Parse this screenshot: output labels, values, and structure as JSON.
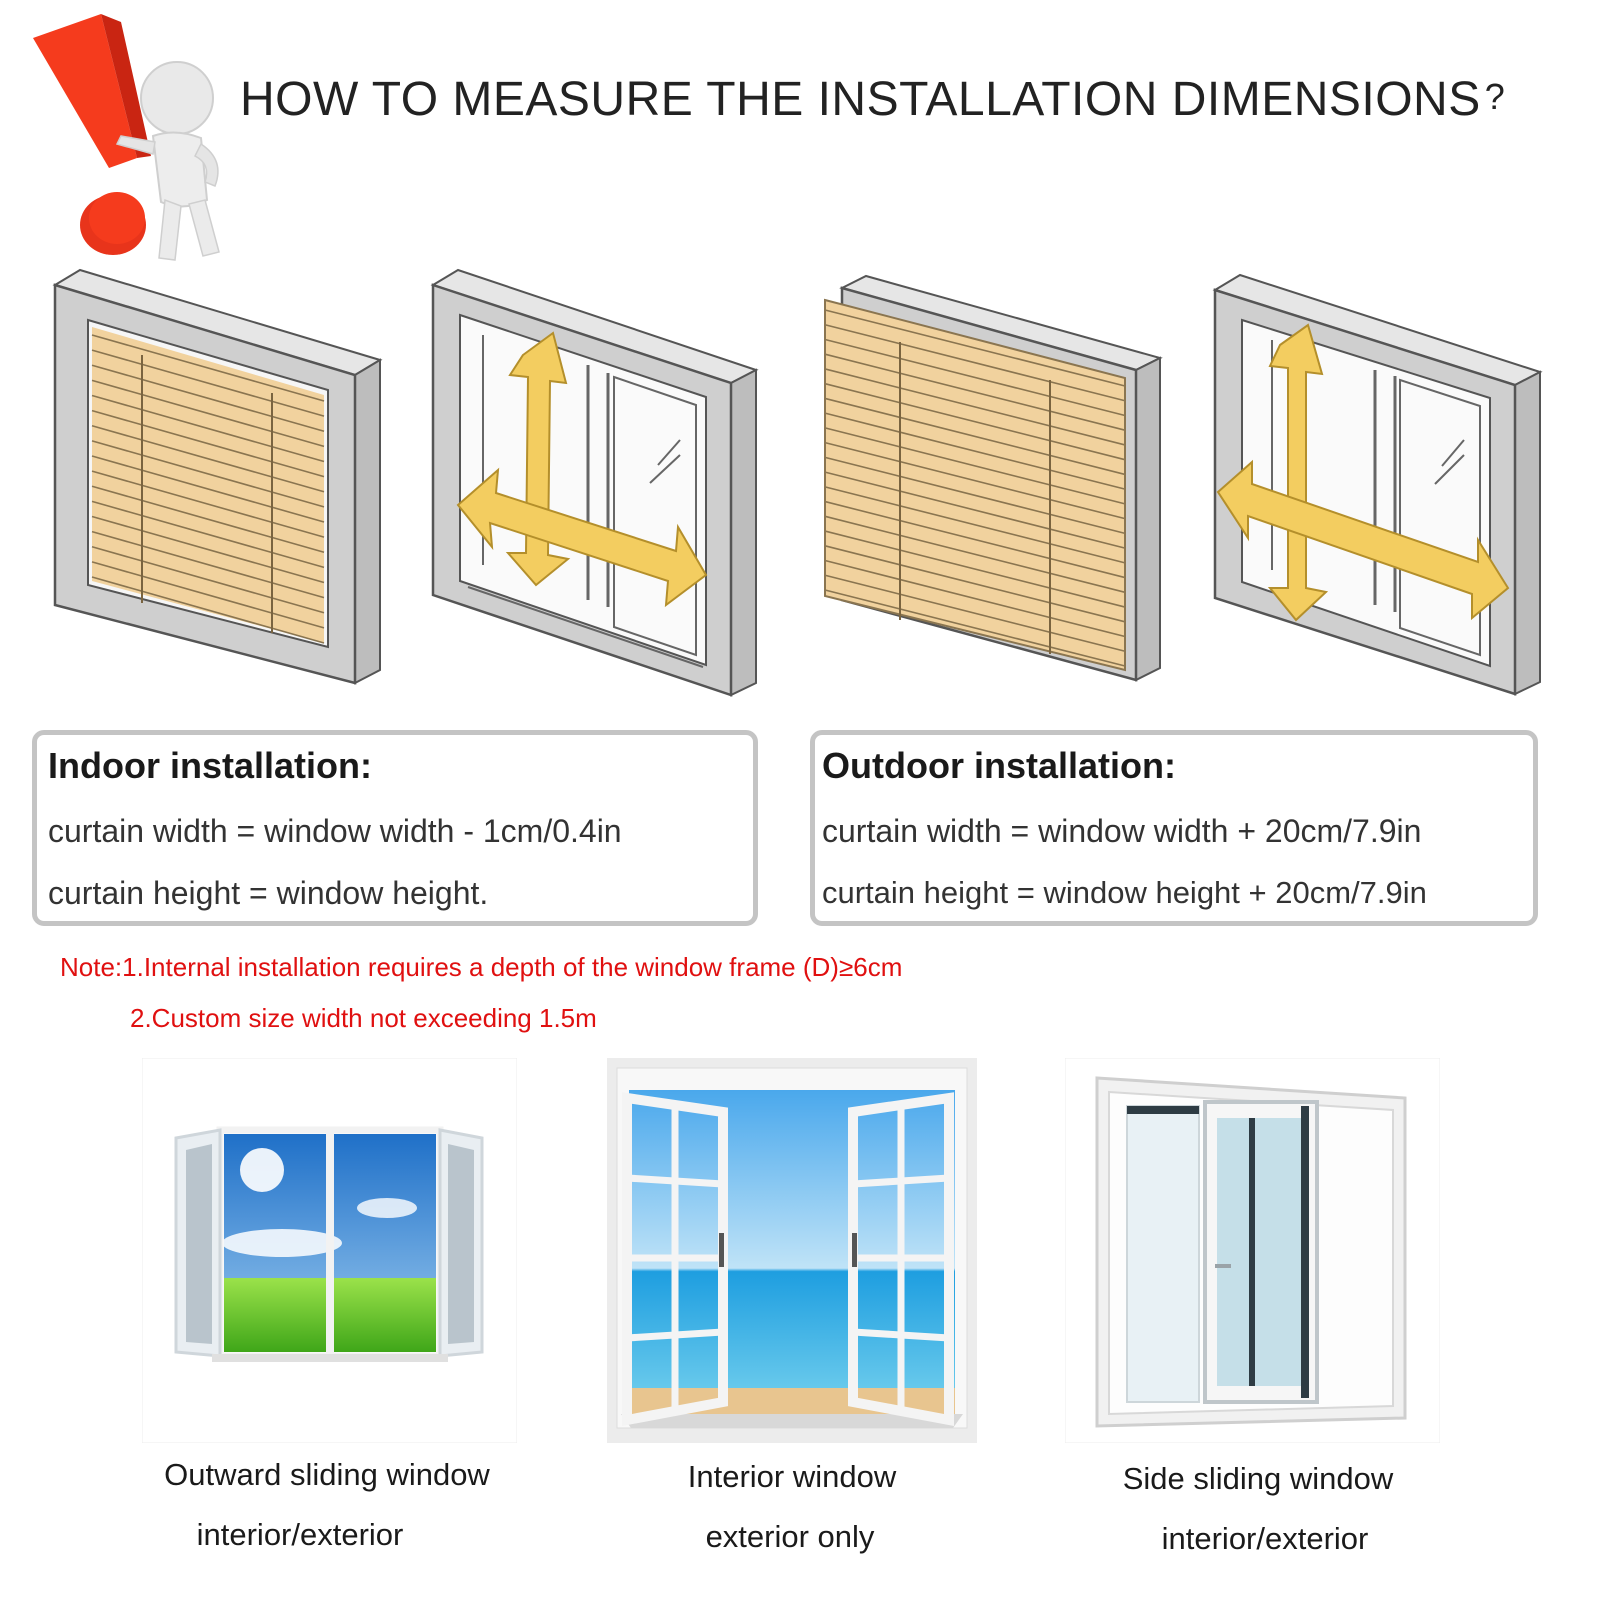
{
  "header": {
    "title": "HOW TO MEASURE THE INSTALLATION DIMENSIONS",
    "title_mark": "?"
  },
  "diagrams": [
    {
      "icon": "window-with-blinds-inside-icon"
    },
    {
      "icon": "window-measure-inside-icon"
    },
    {
      "icon": "window-with-blinds-outside-icon"
    },
    {
      "icon": "window-measure-outside-icon"
    }
  ],
  "indoor": {
    "heading": "Indoor installation:",
    "width_rule": "curtain width = window width - 1cm/0.4in",
    "height_rule": "curtain height = window height."
  },
  "outdoor": {
    "heading": "Outdoor installation:",
    "width_rule": "curtain width = window width + 20cm/7.9in",
    "height_rule": "curtain height = window height + 20cm/7.9in"
  },
  "notes": {
    "line1": "Note:1.Internal installation requires a depth of the window frame (D)≥6cm",
    "line2": "2.Custom size width not exceeding 1.5m"
  },
  "window_types": [
    {
      "name": "Outward sliding window",
      "mode": "interior/exterior"
    },
    {
      "name": "Interior window",
      "mode": "exterior only"
    },
    {
      "name": "Side sliding window",
      "mode": "interior/exterior"
    }
  ],
  "colors": {
    "accent_red": "#e01010",
    "blind_beige": "#f1d29e",
    "arrow_yellow": "#f3cd60",
    "frame_grey": "#c8c8c8"
  }
}
